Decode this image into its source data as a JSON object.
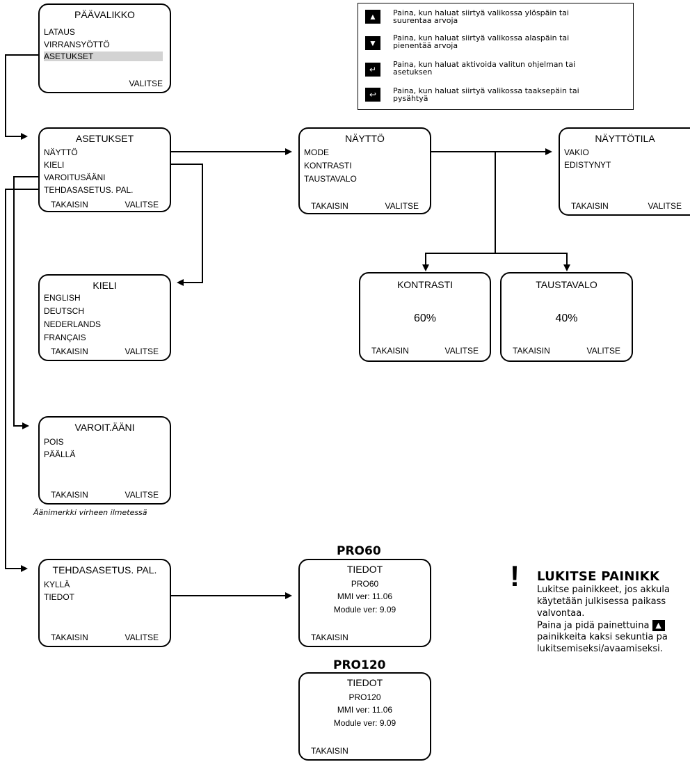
{
  "menus": {
    "paavalikko": {
      "title": "PÄÄVALIKKO",
      "items": [
        "LATAUS",
        "VIRRANSYÖTTÖ",
        "ASETUKSET"
      ],
      "select": "VALITSE"
    },
    "asetukset": {
      "title": "ASETUKSET",
      "items": [
        "NÄYTTÖ",
        "KIELI",
        "VAROITUSÄÄNI",
        "TEHDASASETUS. PAL."
      ],
      "back": "TAKAISIN",
      "select": "VALITSE"
    },
    "kieli": {
      "title": "KIELI",
      "items": [
        "ENGLISH",
        "DEUTSCH",
        "NEDERLANDS",
        "FRANÇAIS"
      ],
      "back": "TAKAISIN",
      "select": "VALITSE"
    },
    "varoit": {
      "title": "VAROIT.ÄÄNI",
      "items": [
        "POIS",
        "PÄÄLLÄ"
      ],
      "back": "TAKAISIN",
      "select": "VALITSE"
    },
    "tehdas": {
      "title": "TEHDASASETUS. PAL.",
      "items": [
        "KYLLÄ",
        "TIEDOT"
      ],
      "back": "TAKAISIN",
      "select": "VALITSE"
    },
    "naytto": {
      "title": "NÄYTTÖ",
      "items": [
        "MODE",
        "KONTRASTI",
        "TAUSTAVALO"
      ],
      "back": "TAKAISIN",
      "select": "VALITSE"
    },
    "nayttotila": {
      "title": "NÄYTTÖTILA",
      "items": [
        "VAKIO",
        "EDISTYNYT"
      ],
      "back": "TAKAISIN",
      "select": "VALITSE"
    },
    "kontrasti": {
      "title": "KONTRASTI",
      "value": "60%",
      "back": "TAKAISIN",
      "select": "VALITSE"
    },
    "taustavalo": {
      "title": "TAUSTAVALO",
      "value": "40%",
      "back": "TAKAISIN",
      "select": "VALITSE"
    },
    "pro60": {
      "label": "PRO60",
      "title": "TIEDOT",
      "lines": [
        "PRO60",
        "MMI ver: 11.06",
        "Module ver: 9.09"
      ],
      "back": "TAKAISIN"
    },
    "pro120": {
      "label": "PRO120",
      "title": "TIEDOT",
      "lines": [
        "PRO120",
        "MMI ver: 11.06",
        "Module ver: 9.09"
      ],
      "back": "TAKAISIN"
    }
  },
  "varoit_note": "Äänimerkki virheen ilmetessä",
  "legend": [
    {
      "icon": "up-triangle-icon",
      "glyph": "▲",
      "line1": "Paina, kun haluat siirtyä valikossa ylöspäin tai",
      "line2": "suurentaa arvoja"
    },
    {
      "icon": "down-triangle-icon",
      "glyph": "▼",
      "line1": "Paina, kun haluat siirtyä valikossa alaspäin tai",
      "line2": "pienentää arvoja"
    },
    {
      "icon": "enter-icon",
      "glyph": "↵",
      "line1": "Paina, kun haluat aktivoida valitun ohjelman tai",
      "line2": "asetuksen"
    },
    {
      "icon": "back-icon",
      "glyph": "↩",
      "line1": "Paina, kun haluat siirtyä valikossa taaksepäin tai",
      "line2": "pysähtyä"
    }
  ],
  "lock": {
    "mark": "!",
    "title": "LUKITSE PAINIKK",
    "line1": "Lukitse painikkeet, jos akkula",
    "line2": "käytetään julkisessa paikass",
    "line3": "valvontaa.",
    "line4": "Paina ja pidä painettuina",
    "line5": "painikkeita kaksi sekuntia pa",
    "line6": "lukitsemiseksi/avaamiseksi."
  }
}
